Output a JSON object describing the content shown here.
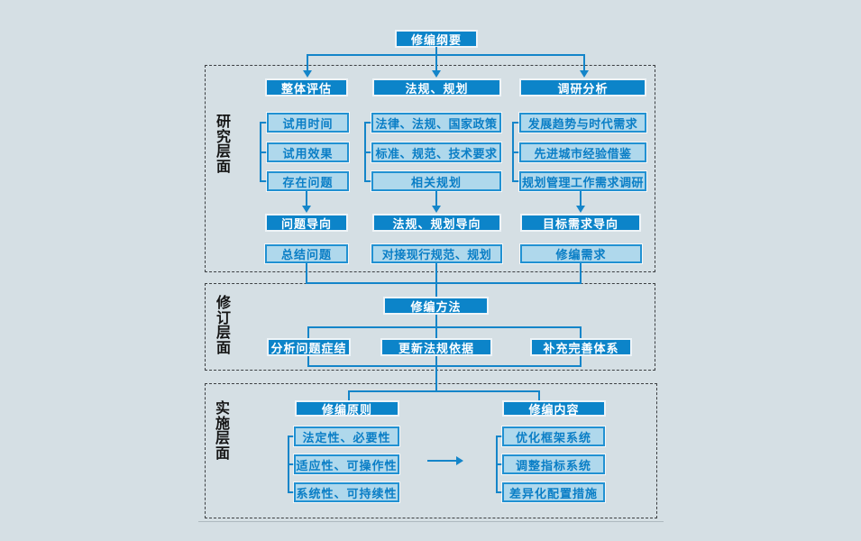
{
  "title_box": "修编纲要",
  "section_labels": {
    "research": "研究层面",
    "revision": "修订层面",
    "implementation": "实施层面"
  },
  "research": {
    "col1": {
      "header": "整体评估",
      "items": [
        "试用时间",
        "试用效果",
        "存在问题"
      ],
      "orientation": "问题导向",
      "result": "总结问题"
    },
    "col2": {
      "header": "法规、规划",
      "items": [
        "法律、法规、国家政策",
        "标准、规范、技术要求",
        "相关规划"
      ],
      "orientation": "法规、规划导向",
      "result": "对接现行规范、规划"
    },
    "col3": {
      "header": "调研分析",
      "items": [
        "发展趋势与时代需求",
        "先进城市经验借鉴",
        "规划管理工作需求调研"
      ],
      "orientation": "目标需求导向",
      "result": "修编需求"
    }
  },
  "revision": {
    "method": "修编方法",
    "actions": [
      "分析问题症结",
      "更新法规依据",
      "补充完善体系"
    ]
  },
  "implementation": {
    "principles": {
      "header": "修编原则",
      "items": [
        "法定性、必要性",
        "适应性、可操作性",
        "系统性、可持续性"
      ]
    },
    "contents": {
      "header": "修编内容",
      "items": [
        "优化框架系统",
        "调整指标系统",
        "差异化配置措施"
      ]
    }
  },
  "colors": {
    "background": "#D5DFE4",
    "box_dark": "#0C84C9",
    "box_light_fill": "#AFD8EC",
    "box_light_border": "#2191D2",
    "box_light_text": "#0A7EC6",
    "connector": "#1485C9",
    "section_border": "#3C3F42",
    "label_text": "#151515"
  }
}
